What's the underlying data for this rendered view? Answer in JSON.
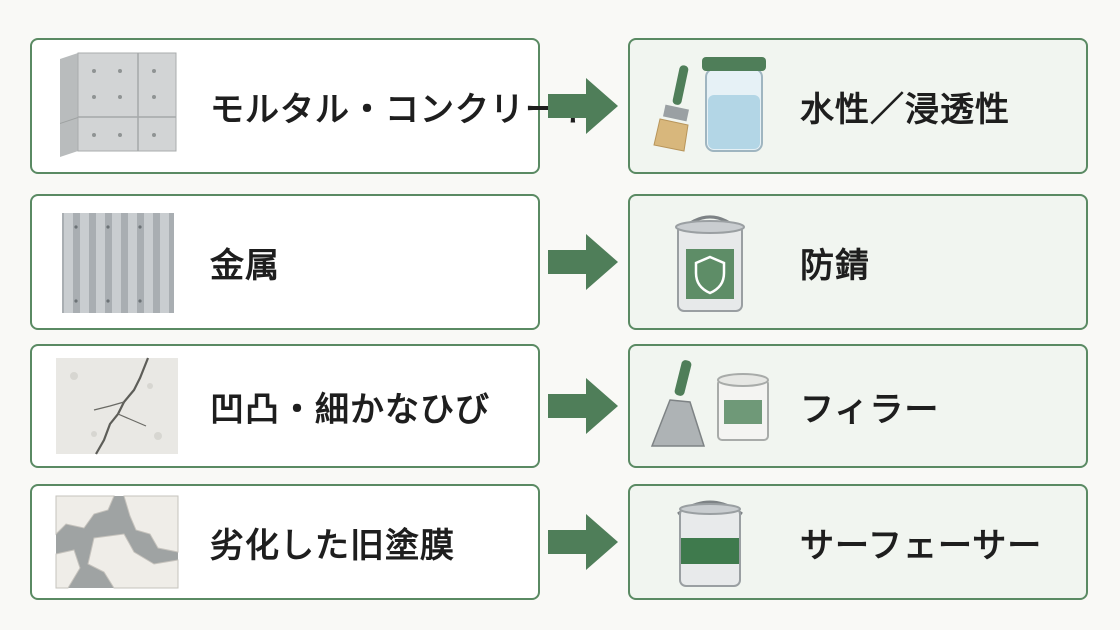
{
  "colors": {
    "accent": "#4f7e59",
    "border": "#5a8a63",
    "text": "#1e1e1e"
  },
  "rows": [
    {
      "source": {
        "label": "モルタル・コンクリート",
        "icon": "concrete-wall-icon"
      },
      "target": {
        "label": "水性／浸透性",
        "icon": "brush-and-clear-jar-icon"
      }
    },
    {
      "source": {
        "label": "金属",
        "icon": "corrugated-metal-icon"
      },
      "target": {
        "label": "防錆",
        "icon": "shield-paint-can-icon"
      }
    },
    {
      "source": {
        "label": "凹凸・細かなひび",
        "icon": "cracked-surface-icon"
      },
      "target": {
        "label": "フィラー",
        "icon": "scraper-and-filler-tub-icon"
      }
    },
    {
      "source": {
        "label": "劣化した旧塗膜",
        "icon": "peeling-paint-icon"
      },
      "target": {
        "label": "サーフェーサー",
        "icon": "green-band-paint-can-icon"
      }
    }
  ]
}
